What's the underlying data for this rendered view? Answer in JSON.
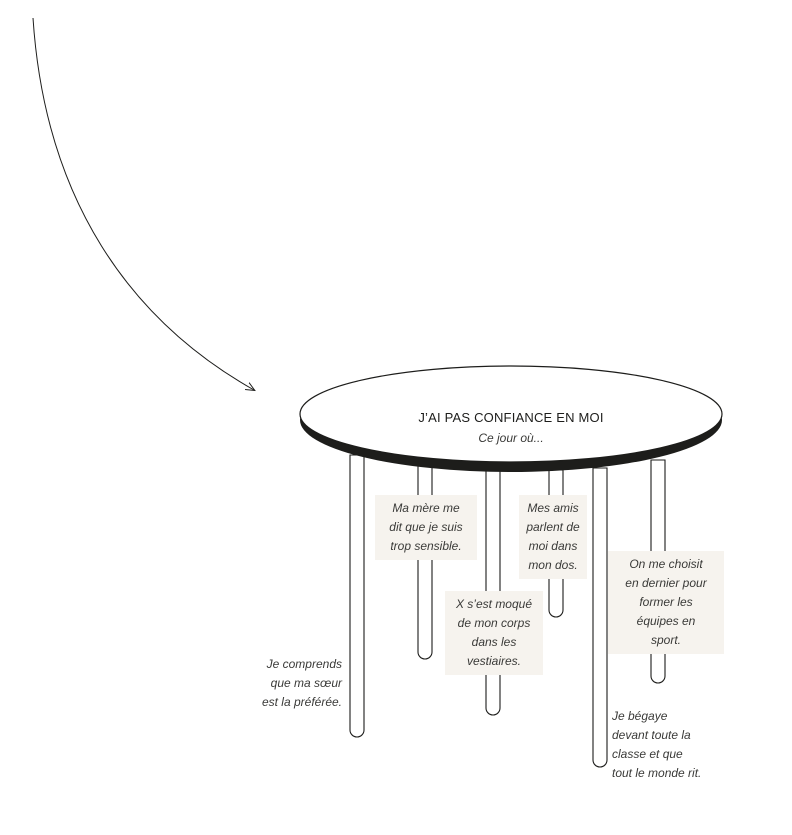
{
  "table": {
    "title": "J’AI PAS CONFIANCE EN MOI",
    "subtitle": "Ce jour où..."
  },
  "memories": [
    {
      "text": "Ma mère me\ndit que je suis\ntrop sensible.",
      "highlighted": true
    },
    {
      "text": "Mes amis\nparlent de\nmoi dans\nmon dos.",
      "highlighted": true
    },
    {
      "text": "X s’est moqué\nde mon corps\ndans les\nvestiaires.",
      "highlighted": true
    },
    {
      "text": "On me choisit\nen dernier pour\nformer les\néquipes en\nsport.",
      "highlighted": true
    },
    {
      "text": "Je comprends\nque ma sœur\nest la préférée.",
      "highlighted": false
    },
    {
      "text": "Je bégaye\ndevant toute la\nclasse et que\ntout le monde rit.",
      "highlighted": false
    }
  ],
  "colors": {
    "ink": "#1d1d1b",
    "highlight": "#f6f3ee"
  }
}
